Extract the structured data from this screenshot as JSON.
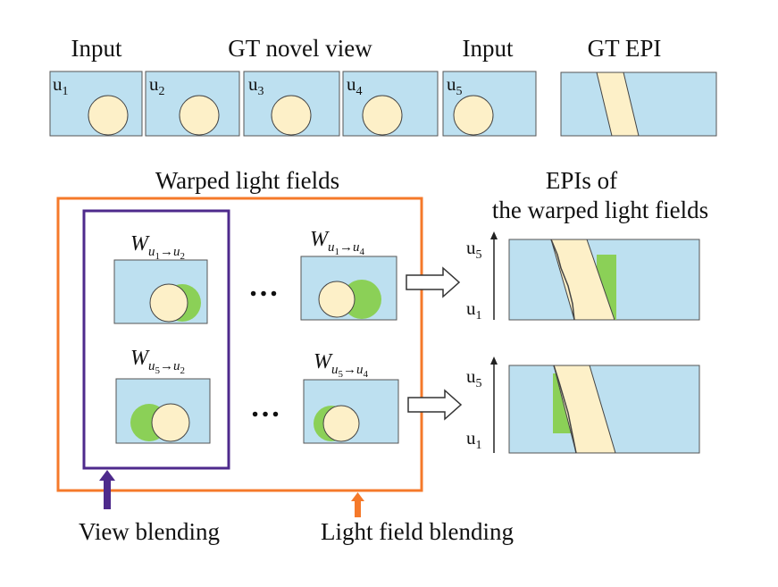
{
  "top_row": {
    "header_input_left": "Input",
    "header_gt_novel": "GT novel view",
    "header_input_right": "Input",
    "header_gt_epi": "GT EPI",
    "views": [
      {
        "base": "u",
        "sub": "1"
      },
      {
        "base": "u",
        "sub": "2"
      },
      {
        "base": "u",
        "sub": "3"
      },
      {
        "base": "u",
        "sub": "4"
      },
      {
        "base": "u",
        "sub": "5"
      }
    ]
  },
  "warped": {
    "title": "Warped light fields",
    "labels": [
      {
        "base": "W",
        "sub": "u",
        "subsub": "1",
        "arrow": "→",
        "sub2": "u",
        "subsub2": "2"
      },
      {
        "base": "W",
        "sub": "u",
        "subsub": "1",
        "arrow": "→",
        "sub2": "u",
        "subsub2": "4"
      },
      {
        "base": "W",
        "sub": "u",
        "subsub": "5",
        "arrow": "→",
        "sub2": "u",
        "subsub2": "2"
      },
      {
        "base": "W",
        "sub": "u",
        "subsub": "5",
        "arrow": "→",
        "sub2": "u",
        "subsub2": "4"
      }
    ],
    "ellipsis": "…"
  },
  "epis": {
    "title_line1": "EPIs of",
    "title_line2": "the warped light fields",
    "axis_top": {
      "base": "u",
      "sub": "5"
    },
    "axis_bottom": {
      "base": "u",
      "sub": "1"
    }
  },
  "legend": {
    "view_blending": "View blending",
    "light_field_blending": "Light field blending"
  },
  "colors": {
    "sky": "#bde0f0",
    "cream": "#fdf0c8",
    "green": "#8bd057",
    "orange": "#f5792a",
    "purple": "#4e2a8c"
  }
}
